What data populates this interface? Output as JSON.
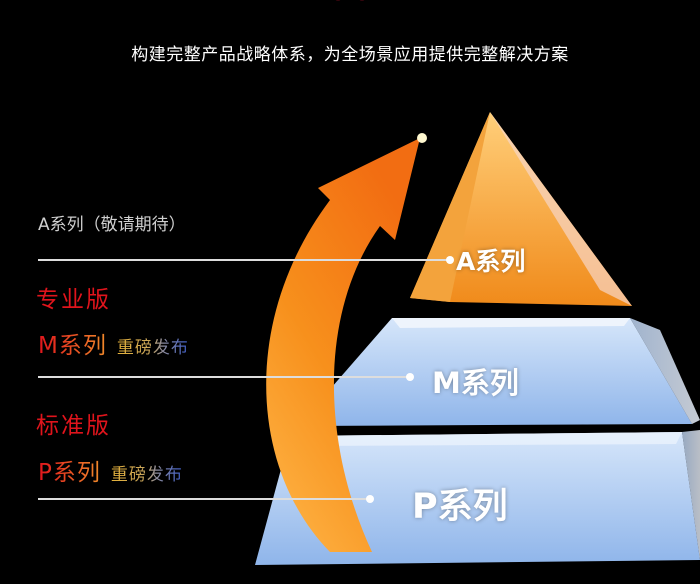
{
  "subtitle": "构建完整产品战略体系，为全场景应用提供完整解决方案",
  "left": {
    "a_series": "A系列（敬请期待）",
    "pro_edition": "专业版",
    "m_series": "M系列",
    "m_launch": "重磅发布",
    "std_edition": "标准版",
    "p_series": "P系列",
    "p_launch": "重磅发布"
  },
  "pyramid": {
    "top": "A系列",
    "middle": "M系列",
    "bottom": "P系列"
  },
  "colors": {
    "red": "#e0141c",
    "orange": "#f59a1c",
    "ice_blue": "#a9c8ee"
  }
}
